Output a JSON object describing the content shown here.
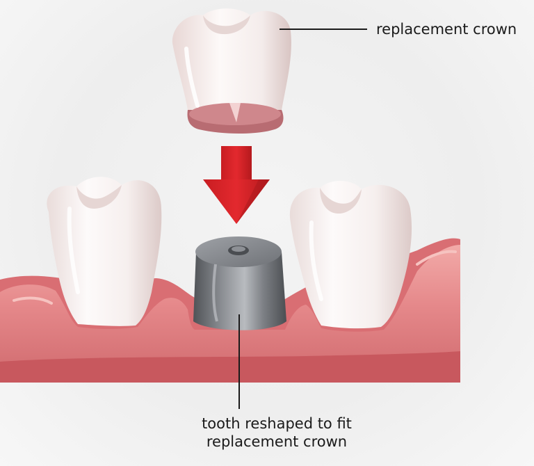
{
  "labels": {
    "crown": "replacement crown",
    "tooth_line1": "tooth reshaped to fit",
    "tooth_line2": "replacement crown"
  },
  "colors": {
    "gum": "#e5888a",
    "gum_dark": "#c7585e",
    "gum_light": "#f3b3b1",
    "tooth_white": "#fbf7f6",
    "tooth_shadow": "#e6d8d6",
    "crown_inner": "#b86c72",
    "abutment_gray": "#7b7e83",
    "abutment_dark": "#55585c",
    "arrow_red": "#d9252a",
    "arrow_dark": "#a8171b",
    "leader_line": "#1a1a1a"
  }
}
